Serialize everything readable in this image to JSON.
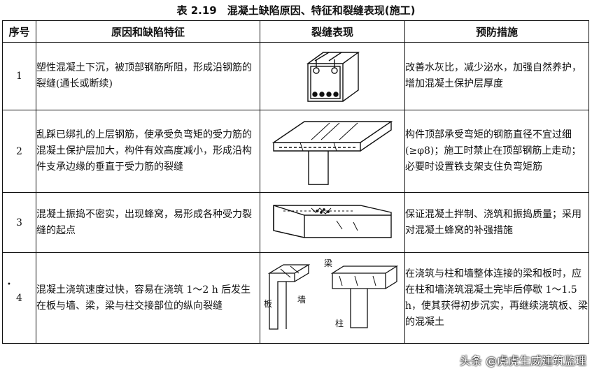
{
  "title": "表 2.19　混凝土缺陷原因、特征和裂缝表现(施工)",
  "headers": [
    "序号",
    "原因和缺陷特征",
    "裂缝表现",
    "预防措施"
  ],
  "rows": [
    {
      "num": "1",
      "cause": "塑性混凝土下沉，被顶部钢筋所阻，形成沿钢筋的裂缝(通长或断续)",
      "prevention": "改善水灰比，减少泌水，加强自然养护，增加混凝土保护层厚度",
      "figure_icon": "beam-section-crack-icon"
    },
    {
      "num": "2",
      "cause": "乱踩已绑扎的上层钢筋，使承受负弯矩的受力筋的混凝土保护层加大，构件有效高度减小，形成沿构件支承边缘的垂直于受力筋的裂缝",
      "prevention": "构件顶部承受弯矩的钢筋直径不宜过细(≥φ8)；施工时禁止在顶部钢筋上走动；必要时设置铁支架支住负弯矩筋",
      "figure_icon": "t-slab-crack-icon"
    },
    {
      "num": "3",
      "cause": "混凝土振捣不密实，出现蜂窝，易形成各种受力裂缝的起点",
      "prevention": "保证混凝土拌制、浇筑和振捣质量；采用对混凝土蜂窝的补强措施",
      "figure_icon": "honeycomb-slab-icon"
    },
    {
      "num": "4",
      "cause": "混凝土浇筑速度过快，容易在浇筑 1～2 h 后发生在板与墙、梁，梁与柱交接部位的纵向裂缝",
      "prevention": "在浇筑与柱和墙整体连接的梁和板时，应在柱和墙浇筑混凝土完毕后停歇 1～1.5 h，使其获得初步沉实，再继续浇筑板、梁的混凝土",
      "figure_icon": "joint-crack-icon",
      "figure_labels": {
        "slab": "板",
        "wall": "墙",
        "beam": "梁",
        "column": "柱"
      }
    }
  ],
  "watermark": "头条 @虎虎生威建筑监理"
}
